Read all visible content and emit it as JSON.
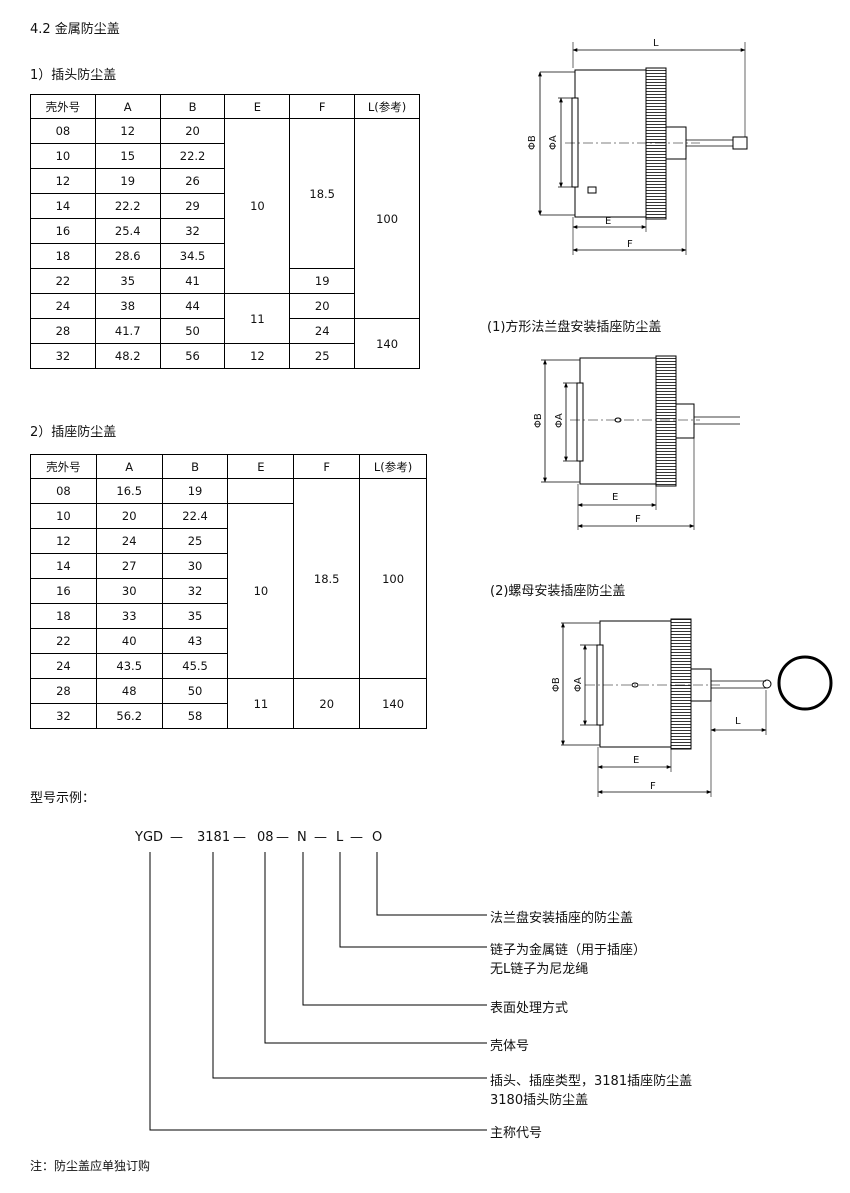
{
  "section_title": "4.2  金属防尘盖",
  "plug": {
    "title": "1）插头防尘盖",
    "headers": [
      "壳外号",
      "A",
      "B",
      "E",
      "F",
      "L(参考)"
    ],
    "shell": [
      "08",
      "10",
      "12",
      "14",
      "16",
      "18",
      "22",
      "24",
      "28",
      "32"
    ],
    "A": [
      "12",
      "15",
      "19",
      "22.2",
      "25.4",
      "28.6",
      "35",
      "38",
      "41.7",
      "48.2"
    ],
    "B": [
      "20",
      "22.2",
      "26",
      "29",
      "32",
      "34.5",
      "41",
      "44",
      "50",
      "56"
    ],
    "E_groups": [
      "10",
      "11",
      "12"
    ],
    "F_groups": [
      "18.5",
      "19",
      "20",
      "24",
      "25"
    ],
    "L_groups": [
      "100",
      "140"
    ]
  },
  "socket": {
    "title": "2）插座防尘盖",
    "headers": [
      "壳外号",
      "A",
      "B",
      "E",
      "F",
      "L(参考)"
    ],
    "shell": [
      "08",
      "10",
      "12",
      "14",
      "16",
      "18",
      "22",
      "24",
      "28",
      "32"
    ],
    "A": [
      "16.5",
      "20",
      "24",
      "27",
      "30",
      "33",
      "40",
      "43.5",
      "48",
      "56.2"
    ],
    "B": [
      "19",
      "22.4",
      "25",
      "30",
      "32",
      "35",
      "43",
      "45.5",
      "50",
      "58"
    ],
    "E_groups": [
      "",
      "10",
      "11"
    ],
    "F_groups": [
      "18.5",
      "20"
    ],
    "L_groups": [
      "100",
      "140"
    ]
  },
  "figures": {
    "fig1_caption": "(1)方形法兰盘安装插座防尘盖",
    "fig2_caption": "(2)螺母安装插座防尘盖",
    "dim_L": "L",
    "dim_E": "E",
    "dim_F": "F",
    "dim_PhiA": "ΦA",
    "dim_PhiB": "ΦB"
  },
  "model": {
    "title": "型号示例：",
    "codes": [
      "YGD",
      "3181",
      "08",
      "N",
      "L",
      "O"
    ],
    "dashes": [
      "—",
      "—",
      "—",
      "—",
      "—"
    ],
    "desc_flange": "法兰盘安装插座的防尘盖",
    "desc_chain1": "链子为金属链（用于插座）",
    "desc_chain2": "无L链子为尼龙绳",
    "desc_surface": "表面处理方式",
    "desc_shell": "壳体号",
    "desc_type1": "插头、插座类型，3181插座防尘盖",
    "desc_type2": "3180插头防尘盖",
    "desc_main": "主称代号"
  },
  "note": "注：防尘盖应单独订购"
}
